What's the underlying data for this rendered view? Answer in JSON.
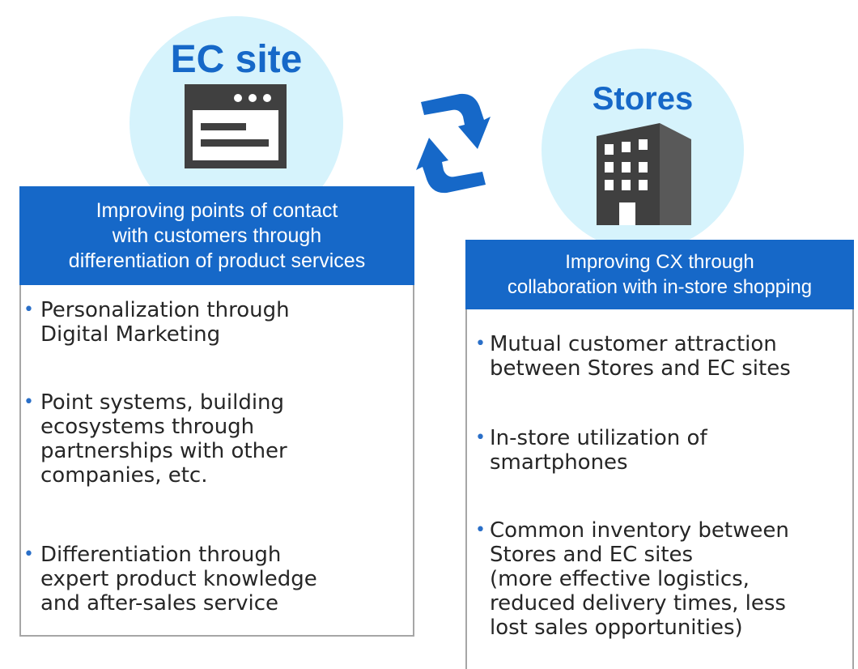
{
  "ec_site": {
    "title": "EC site",
    "icon": "browser-window-icon",
    "header": "Improving points of contact\nwith customers through\ndifferentiation of product services",
    "items": [
      "Personalization through\nDigital Marketing",
      "Point systems, building\necosystems through\npartnerships with other\ncompanies, etc.",
      "Differentiation through\nexpert product knowledge\nand after-sales service"
    ]
  },
  "stores": {
    "title": "Stores",
    "icon": "building-icon",
    "header": "Improving CX through\ncollaboration with in-store shopping",
    "items": [
      "Mutual customer attraction\nbetween Stores and EC sites",
      "In-store utilization of\nsmartphones",
      "Common inventory between\nStores and EC sites\n(more effective logistics,\nreduced delivery times, less\nlost sales opportunities)"
    ]
  },
  "connector_icon": "sync-arrows-icon",
  "colors": {
    "accent_blue": "#1668c8",
    "circle_fill": "#d6f3fc",
    "box_border": "#a6a6a6",
    "text": "#262626"
  },
  "bullet_symbol": "•"
}
